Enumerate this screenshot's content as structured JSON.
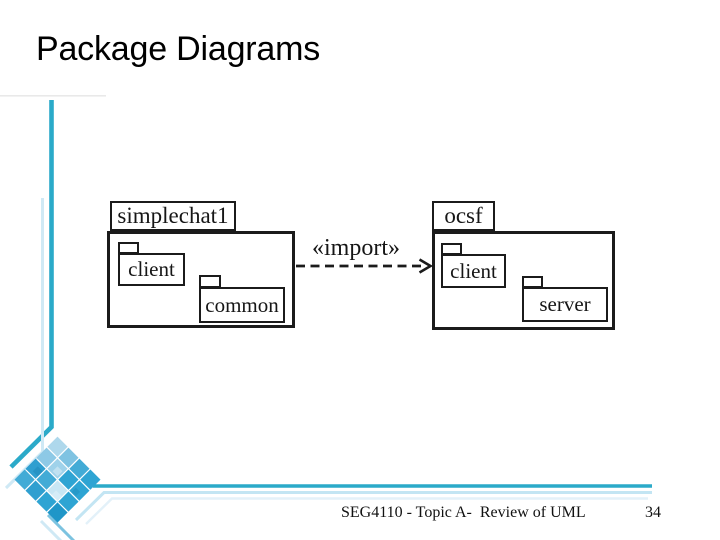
{
  "slide": {
    "title": "Package Diagrams",
    "footer_text": "SEG4110 - Topic A-  Review of UML",
    "page_number": "34"
  },
  "diagram": {
    "relation": {
      "label": "«import»",
      "from": "simplechat1",
      "to": "ocsf",
      "style": "dashed-open-arrow"
    },
    "packages": [
      {
        "name": "simplechat1",
        "children": [
          "client",
          "common"
        ]
      },
      {
        "name": "ocsf",
        "children": [
          "client",
          "server"
        ]
      }
    ]
  },
  "theme": {
    "accent_teal": "#2BAAC9",
    "accent_light_blue": "#C3E5F3",
    "diagram_ink": "#1B1B1B",
    "title_color": "#000000"
  }
}
